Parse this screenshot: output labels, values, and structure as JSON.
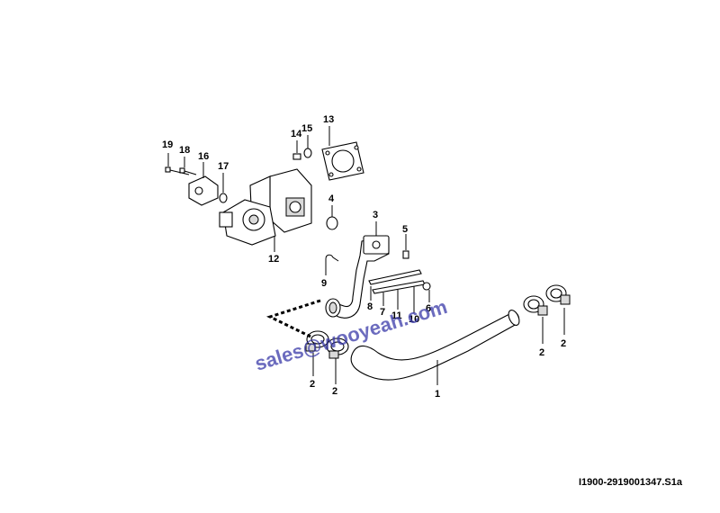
{
  "figure": {
    "reference_code": "I1900-2919001347.S1a",
    "watermark": "sales@wooyeah.com",
    "callouts": {
      "c1": "1",
      "c2a": "2",
      "c2b": "2",
      "c2c": "2",
      "c2d": "2",
      "c3": "3",
      "c4": "4",
      "c5": "5",
      "c6": "6",
      "c7": "7",
      "c8": "8",
      "c9": "9",
      "c10": "10",
      "c11": "11",
      "c12": "12",
      "c13": "13",
      "c14": "14",
      "c15": "15",
      "c16": "16",
      "c17": "17",
      "c18": "18",
      "c19": "19"
    }
  }
}
